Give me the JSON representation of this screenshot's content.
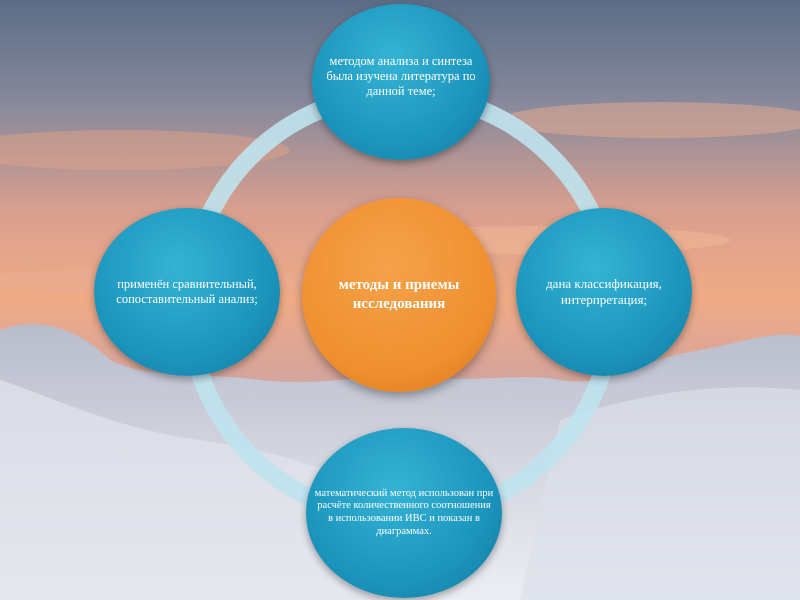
{
  "diagram": {
    "center": "методы и приемы исследования",
    "top": "методом анализа и синтеза была изучена литература по данной теме;",
    "right": "дана классификация, интерпретация;",
    "bottom": "математический метод использован при расчёте количественного соотношения в использовании ИВС  и показан в диаграммах.",
    "left": "применён сравнительный, сопоставительный анализ;"
  },
  "colors": {
    "node": "#1f9cc4",
    "center": "#ef8f2e",
    "ring": "#bfe3ee",
    "text": "#ffffff"
  }
}
